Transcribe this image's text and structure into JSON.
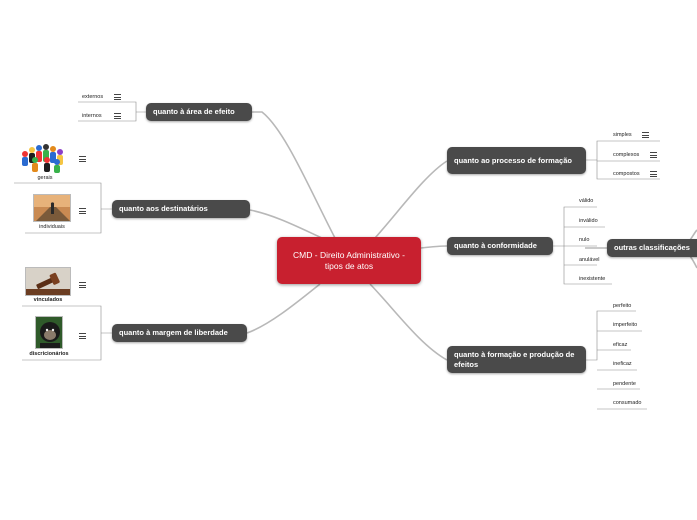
{
  "center": {
    "label": "CMD - Direito Administrativo - tipos de atos",
    "color": "#c8202f"
  },
  "branches": {
    "area_efeito": {
      "label": "quanto à área de efeito",
      "leaves": [
        "externos",
        "internos"
      ]
    },
    "destinatarios": {
      "label": "quanto aos destinatários",
      "leaves": [
        "gerais",
        "individuais"
      ]
    },
    "margem_liberdade": {
      "label": "quanto à margem de liberdade",
      "leaves": [
        "vinculados",
        "discricionários"
      ]
    },
    "processo_formacao": {
      "label": "quanto ao processo de formação",
      "leaves": [
        "simples",
        "complexos",
        "compostos"
      ]
    },
    "conformidade": {
      "label": "quanto à conformidade",
      "leaves": [
        "válido",
        "inválido",
        "nulo",
        "anulável",
        "inexistente"
      ]
    },
    "outras": {
      "label": "outras classificações"
    },
    "formacao_efeitos": {
      "label": "quanto à formação e produção de efeitos",
      "leaves": [
        "perfeito",
        "imperfeito",
        "eficaz",
        "ineficaz",
        "pendente",
        "consumado"
      ]
    }
  },
  "images": {
    "gerais": "crowd-of-people",
    "individuais": "person-on-road",
    "vinculados": "judge-gavel",
    "discricionarios": "chimpanzee"
  },
  "colors": {
    "node": "#4a4a4a",
    "link": "#b3b3b3",
    "node_text": "#ffffff"
  }
}
